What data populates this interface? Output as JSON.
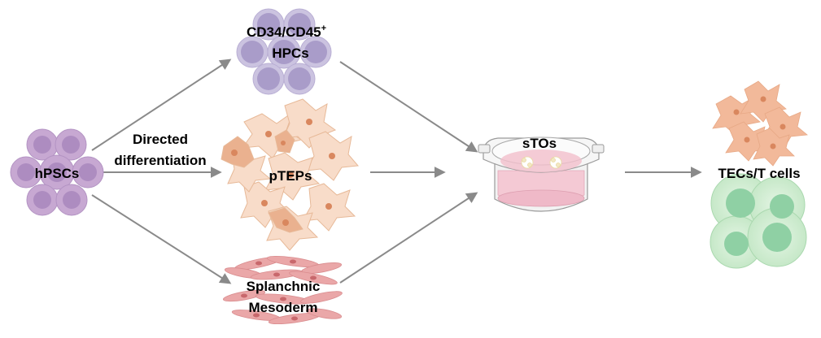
{
  "nodes": {
    "hpsc": {
      "label": "hPSCs"
    },
    "hpc": {
      "label_line1": "CD34/CD45",
      "label_sup": "+",
      "label_line2": "HPCs"
    },
    "ptep": {
      "label": "pTEPs"
    },
    "meso": {
      "label_line1": "Splanchnic",
      "label_line2": "Mesoderm"
    },
    "sto": {
      "label": "sTOs"
    },
    "tec": {
      "label": "TECs/T cells"
    }
  },
  "edges": {
    "directed_label_line1": "Directed",
    "directed_label_line2": "differentiation"
  },
  "colors": {
    "hpsc_cell": "#c7a8d2",
    "hpsc_nucleus": "#a886bb",
    "hpc_cell": "#cbc3e0",
    "hpc_nucleus": "#a99cc9",
    "ptep_cell": "#f8d9c6",
    "ptep_cell_dark": "#eab18f",
    "meso_cell": "#eaa7a8",
    "dish_liquid": "#f4c9d4",
    "tec_cell": "#cfeccf",
    "tec_nucleus": "#8fd0a4",
    "arrow": "#8a8a8a"
  }
}
